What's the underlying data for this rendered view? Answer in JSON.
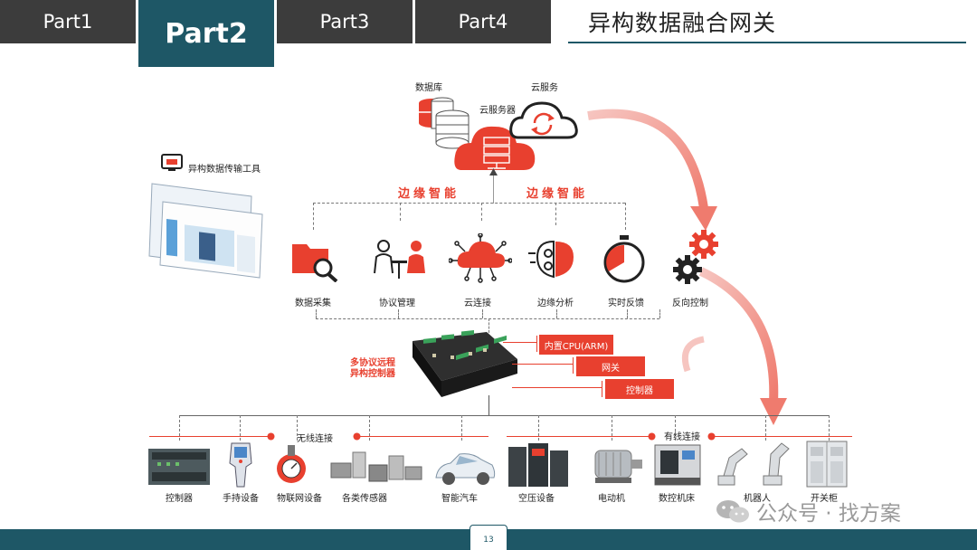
{
  "tabs": [
    "Part1",
    "Part2",
    "Part3",
    "Part4"
  ],
  "active_tab": "Part2",
  "slide_title": "异构数据融合网关",
  "cloud": {
    "database": "数据库",
    "cloud_server": "云服务器",
    "cloud_service": "云服务"
  },
  "edge_left": "边缘智能",
  "edge_right": "边缘智能",
  "tool_label": "异构数据传输工具",
  "functions": [
    "数据采集",
    "协议管理",
    "云连接",
    "边缘分析",
    "实时反馈",
    "反向控制"
  ],
  "controller_label": "多协议远程\n异构控制器",
  "controller_tags": [
    "内置CPU(ARM)",
    "网关",
    "控制器"
  ],
  "wireless": "无线连接",
  "wired": "有线连接",
  "devices": [
    "控制器",
    "手持设备",
    "物联网设备",
    "各类传感器",
    "智能汽车",
    "空压设备",
    "电动机",
    "数控机床",
    "机器人",
    "开关柜"
  ],
  "page_number": "13",
  "watermark": "公众号 · 找方案",
  "colors": {
    "accent": "#e8402f",
    "primary": "#1e5766",
    "tab_dark": "#3c3c3c"
  }
}
